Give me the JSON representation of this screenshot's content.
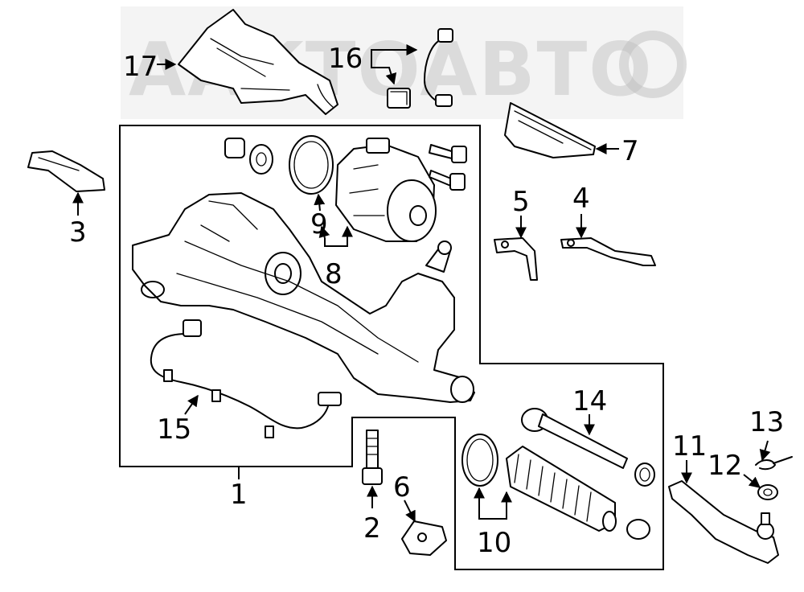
{
  "watermark": {
    "text": "AAKTOABTO",
    "color": "#bdbdbd"
  },
  "callouts": {
    "c1": "1",
    "c2": "2",
    "c3": "3",
    "c4": "4",
    "c5": "5",
    "c6": "6",
    "c7": "7",
    "c8": "8",
    "c9": "9",
    "c10": "10",
    "c11": "11",
    "c12": "12",
    "c13": "13",
    "c14": "14",
    "c15": "15",
    "c16": "16",
    "c17": "17"
  },
  "colors": {
    "line": "#000000",
    "background": "#ffffff"
  }
}
